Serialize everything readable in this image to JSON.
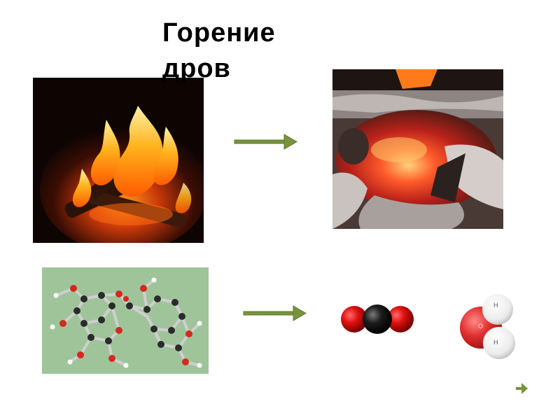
{
  "slide": {
    "title": "Горение дров",
    "accent_color": "#77933c",
    "images": [
      {
        "name": "campfire-photo",
        "description_icon": "fire"
      },
      {
        "name": "embers-photo",
        "description_icon": "embers"
      },
      {
        "name": "cellulose-molecule-model",
        "description_icon": "molecule-model"
      },
      {
        "name": "carbon-dioxide-molecule",
        "description_icon": "co2-model"
      },
      {
        "name": "water-molecule",
        "description_icon": "h2o-model"
      }
    ],
    "water_labels": {
      "h_top": "H",
      "o": "O",
      "h_bottom": "H"
    },
    "nav": {
      "icon": "next-arrow-icon"
    }
  }
}
